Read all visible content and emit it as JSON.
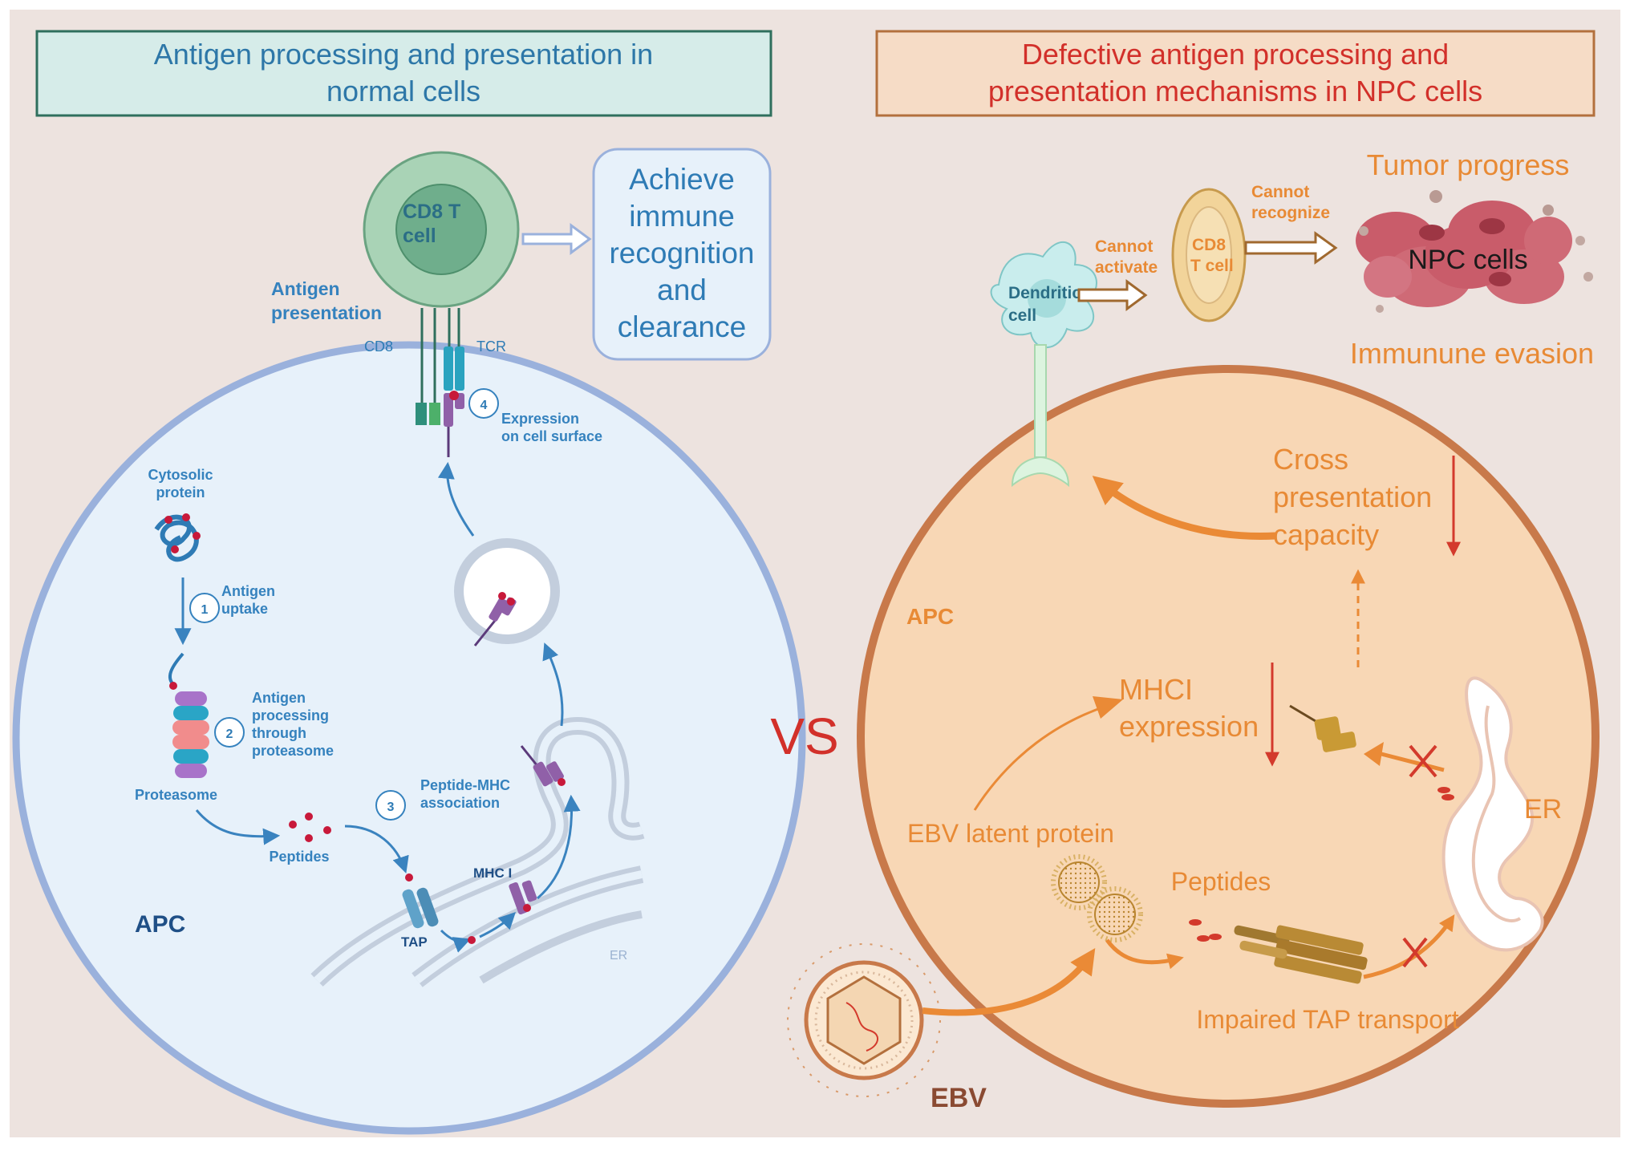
{
  "colors": {
    "background": "#ede3df",
    "left_title_fill": "#d6ece9",
    "left_title_border": "#2f6f5d",
    "left_title_text": "#2d77a8",
    "right_title_fill": "#f6dcc6",
    "right_title_border": "#b3703d",
    "right_title_text": "#d2302a",
    "left_cell_fill": "#e7f1fa",
    "left_cell_border": "#9ab1dc",
    "right_cell_fill": "#f8d7b5",
    "right_cell_border": "#c8794a",
    "blue_text": "#2e7bb5",
    "navy_text": "#1f4f86",
    "orange_text": "#e88a35",
    "red_arrow": "#d33a2c",
    "vs": "#d2302a"
  },
  "left_panel": {
    "title_line1": "Antigen processing and presentation in",
    "title_line2": "normal cells",
    "cd8_cell": {
      "line1": "CD8 T",
      "line2": "cell"
    },
    "outcome": {
      "line1": "Achieve",
      "line2": "immune",
      "line3": "recognition",
      "line4": "and",
      "line5": "clearance"
    },
    "antigen_presentation": {
      "line1": "Antigen",
      "line2": "presentation"
    },
    "cd8_label": "CD8",
    "tcr_label": "TCR",
    "cytosolic_protein": {
      "line1": "Cytosolic",
      "line2": "protein"
    },
    "steps": [
      {
        "num": "1",
        "line1": "Antigen",
        "line2": "uptake",
        "line3": ""
      },
      {
        "num": "2",
        "line1": "Antigen",
        "line2": "processing",
        "line3": "through",
        "line4": "proteasome"
      },
      {
        "num": "3",
        "line1": "Peptide-MHC",
        "line2": "association"
      },
      {
        "num": "4",
        "line1": "Expression",
        "line2": "on cell surface"
      }
    ],
    "proteasome_label": "Proteasome",
    "peptides_label": "Peptides",
    "mhc_label": "MHC I",
    "tap_label": "TAP",
    "er_label": "ER",
    "apc_label": "APC"
  },
  "vs_label": "VS",
  "right_panel": {
    "title_line1": "Defective antigen processing and",
    "title_line2": "presentation mechanisms in NPC cells",
    "tumor_progress": "Tumor progress",
    "npc_cells": "NPC cells",
    "immune_evasion": "Immunune evasion",
    "dendritic": {
      "line1": "Dendritic",
      "line2": "cell"
    },
    "cannot_activate": {
      "line1": "Cannot",
      "line2": "activate"
    },
    "cannot_recognize": {
      "line1": "Cannot",
      "line2": "recognize"
    },
    "cd8_t_cell": {
      "line1": "CD8",
      "line2": "T cell"
    },
    "cross_presentation": {
      "line1": "Cross",
      "line2": "presentation",
      "line3": "capacity"
    },
    "apc_label": "APC",
    "mhci_expression": {
      "line1": "MHCI",
      "line2": "expression"
    },
    "er_label": "ER",
    "ebv_latent": "EBV latent protein",
    "peptides_label": "Peptides",
    "impaired_tap": "Impaired TAP transport",
    "ebv_label": "EBV"
  }
}
